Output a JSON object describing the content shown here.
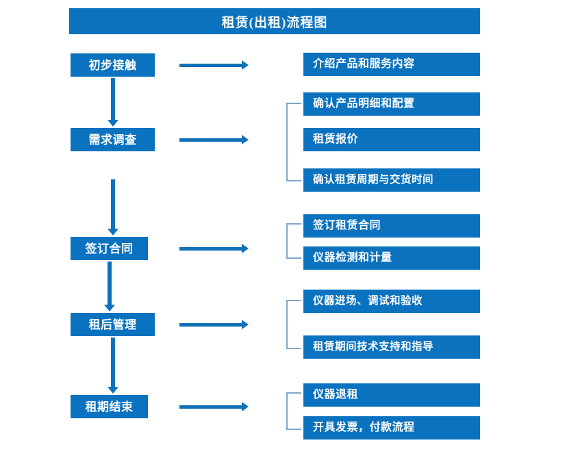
{
  "title": "租赁(出租)流程图",
  "colors": {
    "brand_blue": "#0b72bf",
    "arrow_blue": "#1071b8",
    "bracket_blue": "#7ba7d0",
    "text_white": "#ffffff",
    "background": "#ffffff"
  },
  "stages": [
    {
      "label": "初步接触"
    },
    {
      "label": "需求调查"
    },
    {
      "label": "签订合同"
    },
    {
      "label": "租后管理"
    },
    {
      "label": "租期结束"
    }
  ],
  "details": [
    {
      "label": "介绍产品和服务内容"
    },
    {
      "label": "确认产品明细和配置"
    },
    {
      "label": "租赁报价"
    },
    {
      "label": "确认租赁周期与交货时间"
    },
    {
      "label": "签订租赁合同"
    },
    {
      "label": "仪器检测和计量"
    },
    {
      "label": "仪器进场、调试和验收"
    },
    {
      "label": "租赁期间技术支持和指导"
    },
    {
      "label": "仪器退租"
    },
    {
      "label": "开具发票，付款流程"
    }
  ],
  "groups": [
    {
      "stage": "需求调查",
      "details": [
        "确认产品明细和配置",
        "租赁报价",
        "确认租赁周期与交货时间"
      ]
    },
    {
      "stage": "签订合同",
      "details": [
        "签订租赁合同",
        "仪器检测和计量"
      ]
    },
    {
      "stage": "租后管理",
      "details": [
        "仪器进场、调试和验收",
        "租赁期间技术支持和指导"
      ]
    },
    {
      "stage": "租期结束",
      "details": [
        "仪器退租",
        "开具发票，付款流程"
      ]
    }
  ],
  "icons": {
    "down_arrow": "down-arrow-icon",
    "right_arrow": "right-arrow-icon",
    "bracket": "group-bracket-icon"
  }
}
